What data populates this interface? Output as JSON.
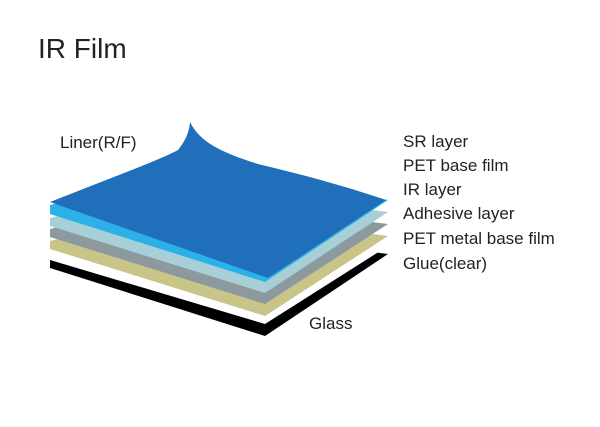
{
  "title": "IR Film",
  "labels": {
    "liner": "Liner(R/F)",
    "sr_layer": "SR layer",
    "pet_base_film": "PET base film",
    "ir_layer": "IR layer",
    "adhesive_layer": "Adhesive layer",
    "pet_metal_base_film": "PET metal base film",
    "glue": "Glue(clear)",
    "glass": "Glass"
  },
  "colors": {
    "liner": "#1f6fba",
    "ir_layer": "#2bb0ea",
    "adhesive": "#a7cfd7",
    "pet_metal": "#8c9aa0",
    "glue": "#c9c487",
    "glass": "#000000",
    "background": "#ffffff"
  }
}
